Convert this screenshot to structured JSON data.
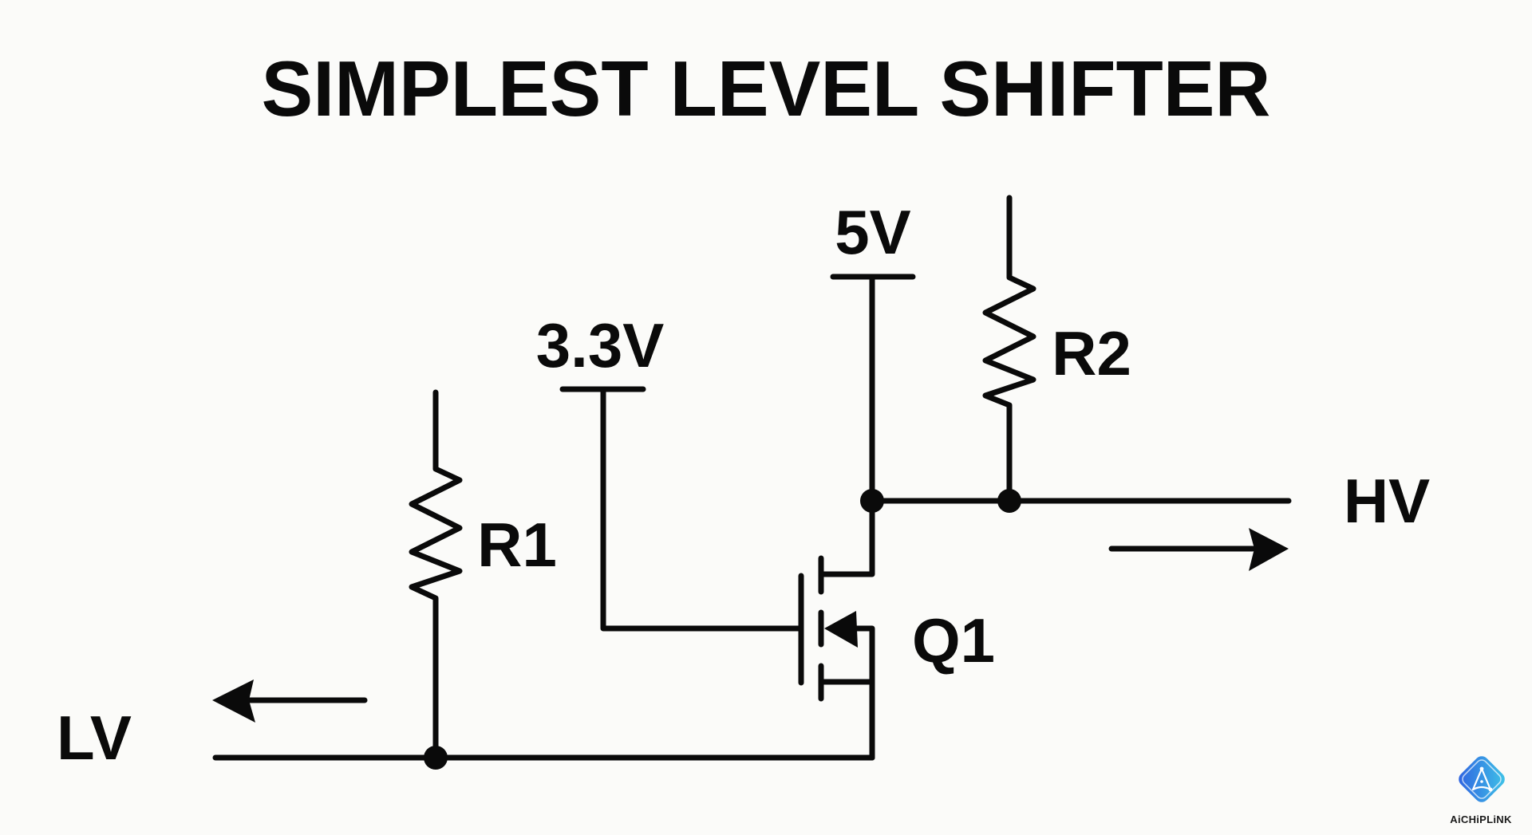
{
  "title": "SIMPLEST LEVEL SHIFTER",
  "labels": {
    "supply_high": "5V",
    "supply_low": "3.3V",
    "resistor_1": "R1",
    "resistor_2": "R2",
    "transistor": "Q1",
    "high_voltage_side": "HV",
    "low_voltage_side": "LV"
  },
  "components": [
    {
      "ref": "R1",
      "type": "resistor",
      "connects": [
        "LV node",
        "pull-up (top)"
      ]
    },
    {
      "ref": "R2",
      "type": "resistor",
      "connects": [
        "HV node",
        "pull-up (top)"
      ]
    },
    {
      "ref": "Q1",
      "type": "N-channel MOSFET",
      "gate": "3.3V",
      "drain": "HV node / 5V",
      "source": "LV node"
    }
  ],
  "signal_directions": {
    "hv": "right",
    "lv": "left"
  },
  "brand": {
    "name": "AiCHiPLiNK",
    "colors": {
      "primary": "#2f7de1",
      "secondary": "#3fc7e8"
    }
  }
}
